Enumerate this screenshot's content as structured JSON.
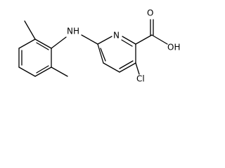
{
  "structure": {
    "type": "chemical-structure",
    "atom_labels": {
      "amine": "NH",
      "ring_nitrogen": "N",
      "hydroxyl": "OH",
      "carbonyl_oxygen": "O",
      "chlorine": "Cl"
    },
    "colors": {
      "bond": "#000000",
      "label": "#000000",
      "background": "#ffffff"
    }
  }
}
